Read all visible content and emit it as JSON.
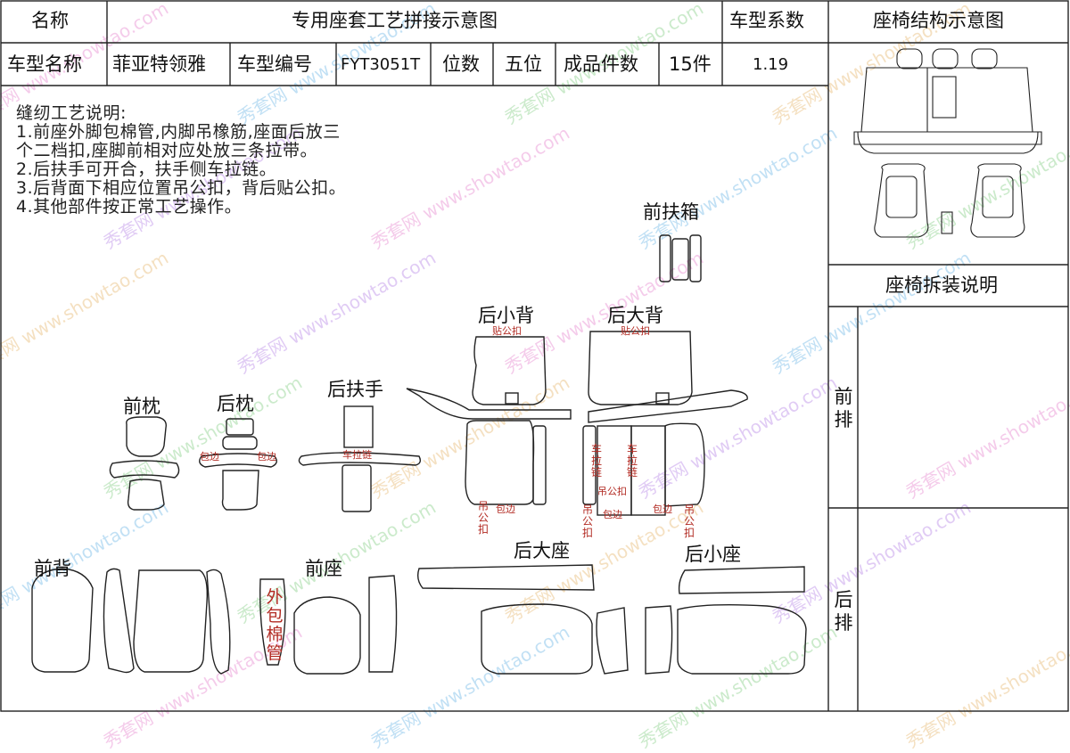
{
  "header": {
    "name_label": "名称",
    "title": "专用座套工艺拼接示意图",
    "coef_label": "车型系数",
    "structure_title": "座椅结构示意图"
  },
  "info_row": {
    "model_name_label": "车型名称",
    "model_name": "菲亚特领雅",
    "model_code_label": "车型编号",
    "model_code": "FYT3051T",
    "position_label": "位数",
    "position_value": "五位",
    "count_label": "成品件数",
    "count_value": "15件",
    "coefficient": "1.19"
  },
  "notes": {
    "heading": "缝纫工艺说明:",
    "line1": "1.前座外脚包棉管,内脚吊橡筋,座面后放三",
    "line1b": "个二档扣,座脚前相对应处放三条拉带。",
    "line2": "2.后扶手可开合，扶手侧车拉链。",
    "line3": "3.后背面下相应位置吊公扣，背后贴公扣。",
    "line4": "4.其他部件按正常工艺操作。"
  },
  "right_panel": {
    "disassembly_title": "座椅拆装说明",
    "front_row": "前排",
    "rear_row": "后排"
  },
  "parts": {
    "front_armrest_box": "前扶箱",
    "rear_small_back": "后小背",
    "rear_large_back": "后大背",
    "front_headrest": "前枕",
    "rear_headrest": "后枕",
    "rear_armrest": "后扶手",
    "front_back": "前背",
    "front_seat": "前座",
    "rear_large_seat": "后大座",
    "rear_small_seat": "后小座"
  },
  "annotations": {
    "stick_male_clip": "贴公扣",
    "wrap_edge": "包边",
    "hang_male_clip": "吊公扣",
    "zipper": "车拉链",
    "outer_cotton_tube": "外包棉管",
    "hang_clip_short": "吊",
    "attach": "贴"
  },
  "watermark": {
    "site": "秀套网",
    "url": "www.showtao.com"
  }
}
